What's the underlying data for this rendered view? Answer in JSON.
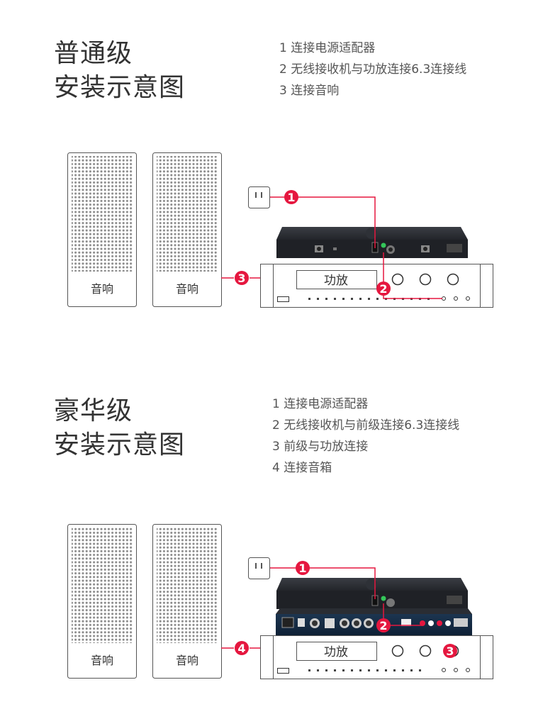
{
  "basic": {
    "title_line1": "普通级",
    "title_line2": "安装示意图",
    "steps": [
      "1  连接电源适配器",
      "2 无线接收机与功放连接6.3连接线",
      "3 连接音响"
    ],
    "speaker_left_label": "音响",
    "speaker_right_label": "音响",
    "amp_label": "功放",
    "markers": [
      "1",
      "2",
      "3"
    ]
  },
  "deluxe": {
    "title_line1": "豪华级",
    "title_line2": "安装示意图",
    "steps": [
      "1  连接电源适配器",
      "2 无线接收机与前级连接6.3连接线",
      "3 前级与功放连接",
      "4 连接音箱"
    ],
    "speaker_left_label": "音响",
    "speaker_right_label": "音响",
    "amp_label": "功放",
    "markers": [
      "1",
      "2",
      "3",
      "4"
    ]
  },
  "colors": {
    "accent": "#e5173f",
    "line": "#333333",
    "dot": "#888888"
  }
}
